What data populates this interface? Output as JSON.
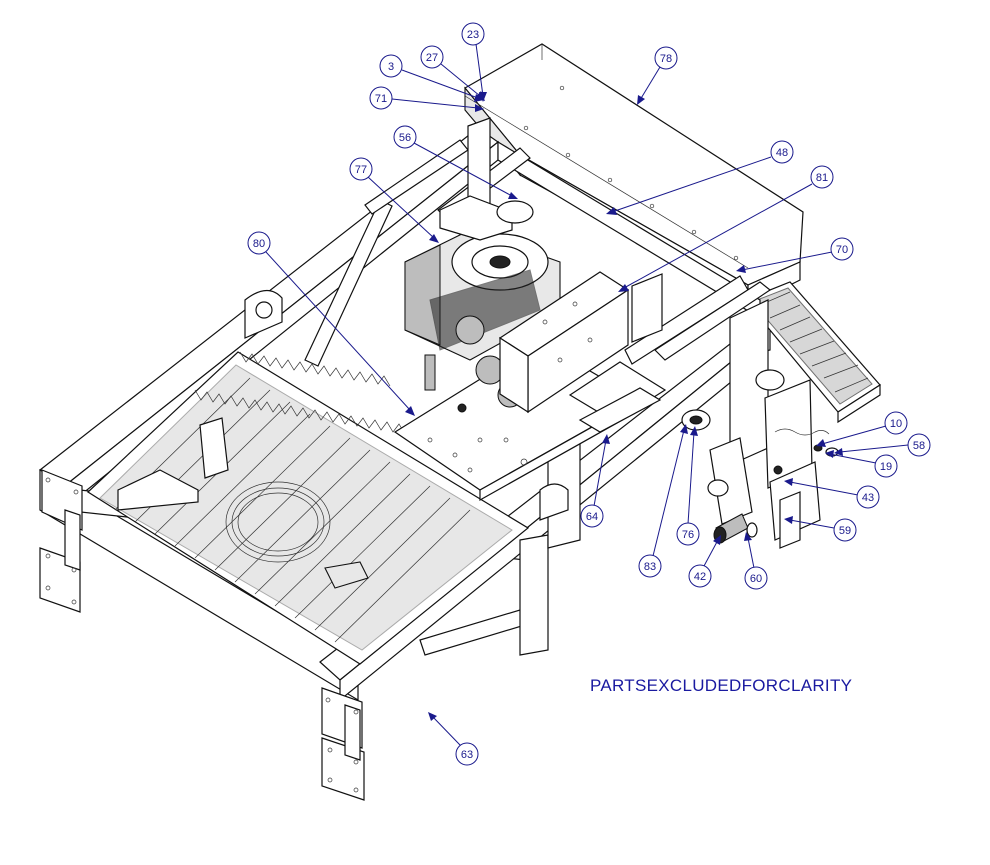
{
  "note": "PARTSEXCLUDEDFORCLARITY",
  "colors": {
    "callout": "#1a1a8c",
    "line": "#111111"
  },
  "callouts": [
    "23",
    "27",
    "3",
    "71",
    "78",
    "56",
    "77",
    "48",
    "81",
    "80",
    "70",
    "10",
    "58",
    "19",
    "43",
    "59",
    "64",
    "83",
    "76",
    "42",
    "60",
    "63"
  ]
}
